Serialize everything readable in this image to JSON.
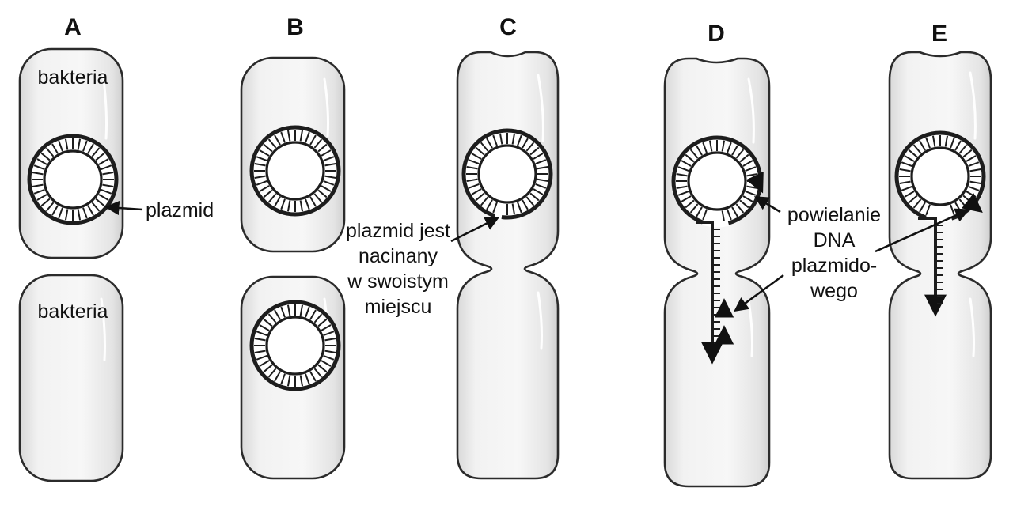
{
  "panels": {
    "a": "A",
    "b": "B",
    "c": "C",
    "d": "D",
    "e": "E"
  },
  "labels": {
    "bacteria_top": "bakteria",
    "bacteria_bottom": "bakteria",
    "plasmid": "plazmid",
    "nick": [
      "plazmid jest",
      "nacinany",
      "w swoistym",
      "miejscu"
    ],
    "replication": [
      "powielanie",
      "DNA",
      "plazmido-",
      "wego"
    ]
  },
  "colors": {
    "cell_fill": "#f1f1f1",
    "outline": "#2b2b2b",
    "dna": "#1d1d1d"
  }
}
